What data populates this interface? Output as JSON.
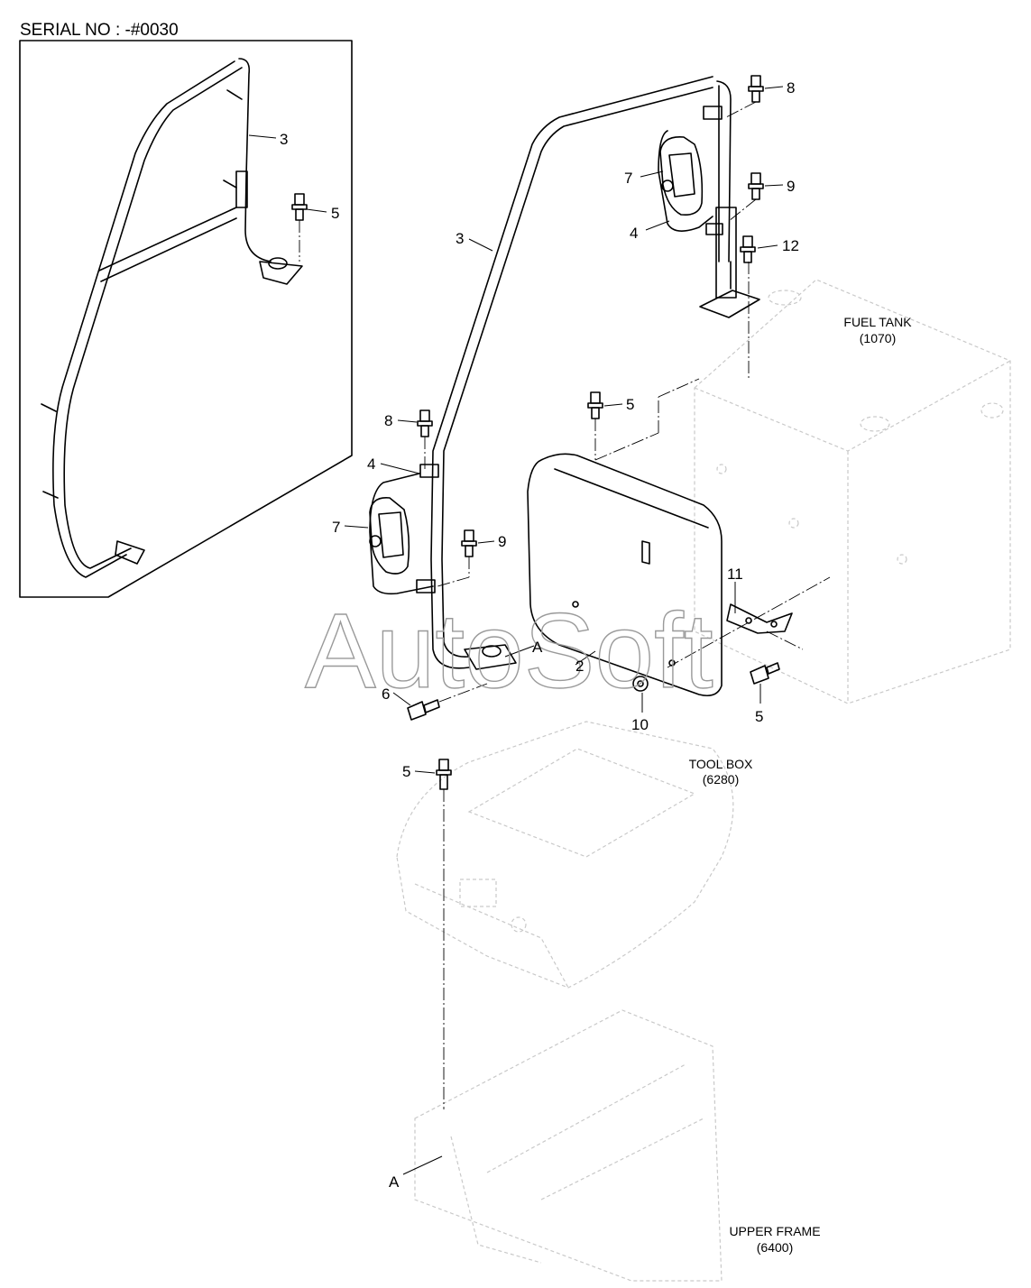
{
  "serial": "SERIAL NO : -#0030",
  "watermark": "AutoSoft",
  "refs": {
    "fuel_tank": {
      "name": "FUEL TANK",
      "code": "(1070)"
    },
    "tool_box": {
      "name": "TOOL BOX",
      "code": "(6280)"
    },
    "upper_frame": {
      "name": "UPPER FRAME",
      "code": "(6400)"
    }
  },
  "callouts": {
    "inset_3": "3",
    "inset_5": "5",
    "main_3": "3",
    "top_8": "8",
    "top_7": "7",
    "top_9": "9",
    "top_4": "4",
    "top_12": "12",
    "cover_5": "5",
    "left_8": "8",
    "left_4": "4",
    "left_7": "7",
    "left_9": "9",
    "item_11": "11",
    "item_A_top": "A",
    "item_2": "2",
    "item_6": "6",
    "item_10": "10",
    "right_5": "5",
    "toolbox_5": "5",
    "item_A_bottom": "A"
  }
}
